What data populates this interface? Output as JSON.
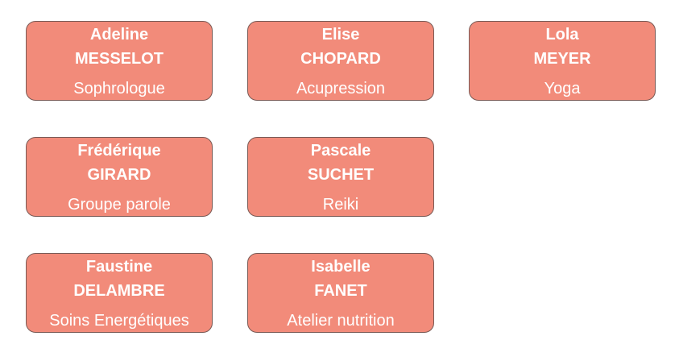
{
  "people": [
    {
      "first_name": "Adeline",
      "last_name": "MESSELOT",
      "role": "Sophrologue"
    },
    {
      "first_name": "Elise",
      "last_name": "CHOPARD",
      "role": "Acupression"
    },
    {
      "first_name": "Lola",
      "last_name": "MEYER",
      "role": "Yoga"
    },
    {
      "first_name": "Frédérique",
      "last_name": "GIRARD",
      "role": "Groupe parole"
    },
    {
      "first_name": "Pascale",
      "last_name": "SUCHET",
      "role": "Reiki"
    },
    {
      "first_name": "Faustine",
      "last_name": "DELAMBRE",
      "role": "Soins Energétiques"
    },
    {
      "first_name": "Isabelle",
      "last_name": "FANET",
      "role": "Atelier nutrition"
    }
  ],
  "colors": {
    "card_fill": "#f28b7a",
    "card_border": "#7a5a55",
    "text": "#ffffff"
  }
}
